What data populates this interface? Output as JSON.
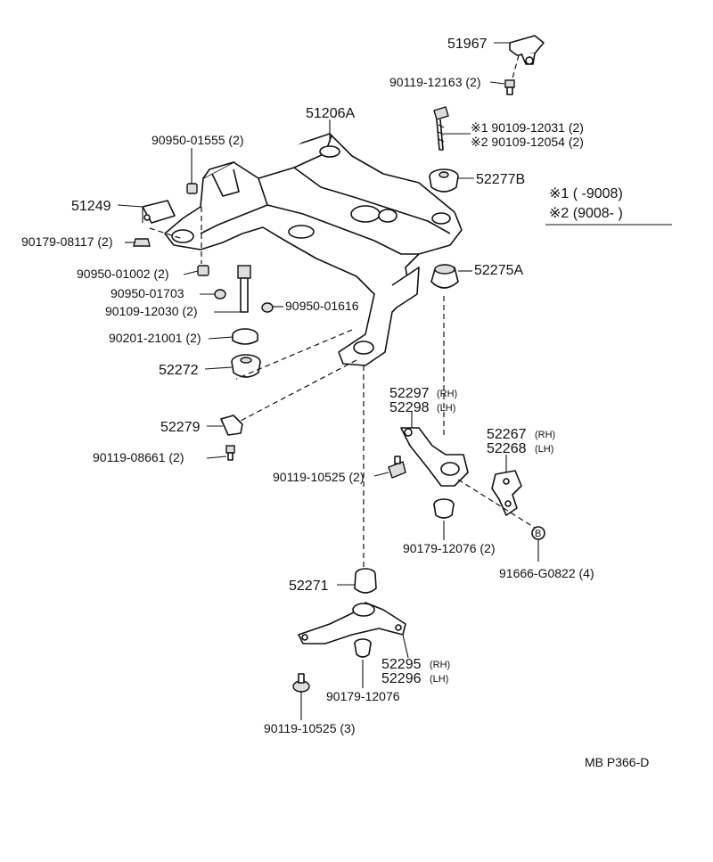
{
  "labels": {
    "p51967": "51967",
    "p90119_12163": "90119-12163 (2)",
    "p51206A": "51206A",
    "p1_90109_12031": "※1 90109-12031 (2)",
    "p2_90109_12054": "※2 90109-12054 (2)",
    "p90950_01555": "90950-01555 (2)",
    "p52277B": "52277B",
    "p51249": "51249",
    "p90179_08117": "90179-08117 (2)",
    "p90950_01002": "90950-01002 (2)",
    "p52275A": "52275A",
    "p90950_01703": "90950-01703",
    "p90109_12030": "90109-12030 (2)",
    "p90950_01616": "90950-01616",
    "p90201_21001": "90201-21001 (2)",
    "p52272": "52272",
    "p52297": "52297",
    "p52297_side": "(RH)",
    "p52298": "52298",
    "p52298_side": "(LH)",
    "p52279": "52279",
    "p52267": "52267",
    "p52267_side": "(RH)",
    "p52268": "52268",
    "p52268_side": "(LH)",
    "p90119_08661": "90119-08661 (2)",
    "p90119_10525_a": "90119-10525 (2)",
    "p90179_12076_a": "90179-12076 (2)",
    "p91666": "91666-G0822 (4)",
    "p52271": "52271",
    "p52295": "52295",
    "p52295_side": "(RH)",
    "p52296": "52296",
    "p52296_side": "(LH)",
    "p90179_12076_b": "90179-12076",
    "p90119_10525_b": "90119-10525 (3)",
    "ref_b": "B"
  },
  "legend": {
    "row1": "※1 (      -9008)",
    "row2": "※2 (9008-       )"
  },
  "figure_code": "MB P366-D"
}
